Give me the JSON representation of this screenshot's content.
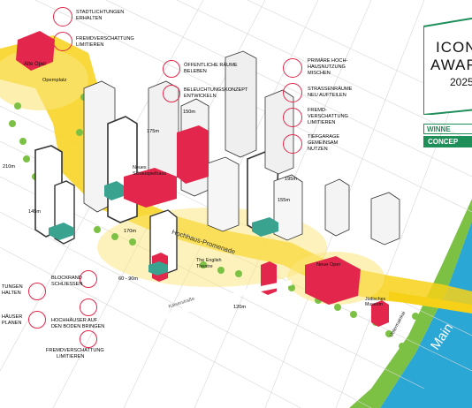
{
  "award": {
    "title_line1": "ICON",
    "title_line2": "AWAR",
    "year": "2025",
    "winner": "WINNE",
    "category": "CONCEP"
  },
  "legend_top": [
    {
      "text_line1": "STADTLICHTUNGEN",
      "text_line2": "ERHALTEN"
    },
    {
      "text_line1": "FREMDVERSCHATTUNG",
      "text_line2": "LIMITIEREN"
    }
  ],
  "legend_mid": [
    {
      "text_line1": "ÖFFENTLICHE RÄUME",
      "text_line2": "BELEBEN"
    },
    {
      "text_line1": "BELEUCHTUNGSKONZEPT",
      "text_line2": "ENTWICKELN"
    }
  ],
  "legend_right": [
    {
      "text_line1": "PRIMÄRE HOCH-",
      "text_line2": "HAUSNUTZUNG",
      "text_line3": "MISCHEN"
    },
    {
      "text_line1": "STRASSENRÄUME",
      "text_line2": "NEU AUFTEILEN",
      "text_line3": ""
    },
    {
      "text_line1": "FREMD-",
      "text_line2": "VERSCHATTUNG",
      "text_line3": "LIMITIEREN"
    },
    {
      "text_line1": "TIEFGARAGE",
      "text_line2": "GEMEINSAM",
      "text_line3": "NUTZEN"
    }
  ],
  "legend_left": [
    {
      "text_line1": "TUNGEN",
      "text_line2": "HALTEN"
    },
    {
      "text_line1": "BLOCKRAND",
      "text_line2": "SCHLIESSEN"
    },
    {
      "text_line1": "HÄUSER",
      "text_line2": "PLANEN"
    },
    {
      "text_line1": "HOCHHÄUSER AUF",
      "text_line2": "DEN BODEN BRINGEN"
    },
    {
      "text_line1": "FREMDVERSCHATTUNG",
      "text_line2": "LIMITIEREN"
    }
  ],
  "places": {
    "alte_oper": "Alte Oper",
    "opernplatz": "Opernplatz",
    "neues_schauspielhaus": "Neues\nSchauspielhaus",
    "english_theatre": "The English\nTheatre",
    "neue_oper": "Neue Oper",
    "juedisches_museum": "Jüdisches\nMuseum",
    "hochhaus_promenade": "Hochhaus-Promenade",
    "main": "Main",
    "kaiserstrasse": "Kaiserstraße",
    "main_kai": "Untermainkai"
  },
  "heights": {
    "h175": "175m",
    "h150": "150m",
    "h210": "210m",
    "h145": "145m",
    "h195": "195m",
    "h170": "170m",
    "h155": "155m",
    "h60_90": "60 - 90m",
    "h120": "120m"
  },
  "colors": {
    "yellow": "#f7d117",
    "yellow_light": "#fbe67a",
    "red": "#e3264b",
    "green": "#7cc144",
    "green_dark": "#2f8f6d",
    "teal": "#3aa38f",
    "blue_water": "#2ba7d6",
    "award_green": "#1f8f5a"
  }
}
